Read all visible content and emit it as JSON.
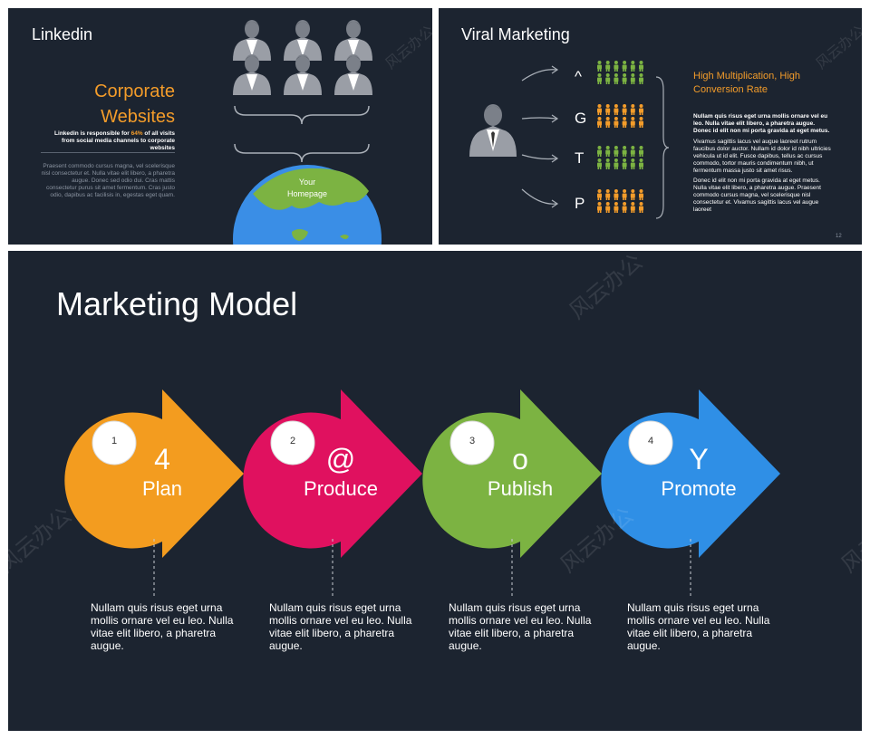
{
  "slide1": {
    "title": "Linkedin",
    "heading_line1": "Corporate",
    "heading_line2": "Websites",
    "stat_prefix": "Linkedin is responsible for ",
    "stat_highlight": "64%",
    "stat_suffix": " of all visits from social media channels to corporate websites",
    "body": "Praesent commodo cursus magna, vel scelerisque nisl consectetur et. Nulla vitae elit libero, a pharetra augue. Donec sed odio dui. Cras mattis consectetur purus sit amet fermentum. Cras justo odio, dapibus ac facilisis in, egestas eget quam.",
    "globe_label_line1": "Your",
    "globe_label_line2": "Homepage"
  },
  "slide2": {
    "title": "Viral Marketing",
    "channels": [
      "^",
      "G",
      "T",
      "P"
    ],
    "heading_line1": "High Multiplication, High",
    "heading_line2": "Conversion Rate",
    "para1": "Nullam quis risus eget urna mollis ornare vel eu leo. Nulla vitae elit libero, a pharetra augue. Donec id elit non mi porta gravida at eget metus.",
    "para2": "Vivamus sagittis lacus vel augue laoreet rutrum faucibus dolor auctor. Nullam id dolor id nibh ultricies vehicula ut id elit. Fusce dapibus, tellus ac cursus commodo, tortor mauris condimentum nibh, ut fermentum massa justo sit amet risus.",
    "para3": "Donec id elit non mi porta gravida at eget metus. Nulla vitae elit libero, a pharetra augue. Praesent commodo cursus magna, vel scelerisque nisl consectetur et. Vivamus sagittis lacus vel augue laoreet",
    "page_number": "12",
    "colors": {
      "green": "#7cb342",
      "orange": "#f39c2a"
    }
  },
  "slide3": {
    "title": "Marketing Model",
    "steps": [
      {
        "number": "1",
        "icon": "4",
        "label": "Plan",
        "color": "#f39c1f",
        "text": "Nullam quis risus eget urna mollis ornare vel eu leo. Nulla vitae elit libero, a pharetra augue."
      },
      {
        "number": "2",
        "icon": "@",
        "label": "Produce",
        "color": "#e0115f",
        "text": "Nullam quis risus eget urna mollis ornare vel eu leo. Nulla vitae elit libero, a pharetra augue."
      },
      {
        "number": "3",
        "icon": "o",
        "label": "Publish",
        "color": "#7cb342",
        "text": "Nullam quis risus eget urna mollis ornare vel eu leo. Nulla vitae elit libero, a pharetra augue."
      },
      {
        "number": "4",
        "icon": "Y",
        "label": "Promote",
        "color": "#2f8fe6",
        "text": "Nullam quis risus eget urna mollis ornare vel eu leo. Nulla vitae elit libero, a pharetra augue."
      }
    ]
  },
  "watermark": "风云办公"
}
